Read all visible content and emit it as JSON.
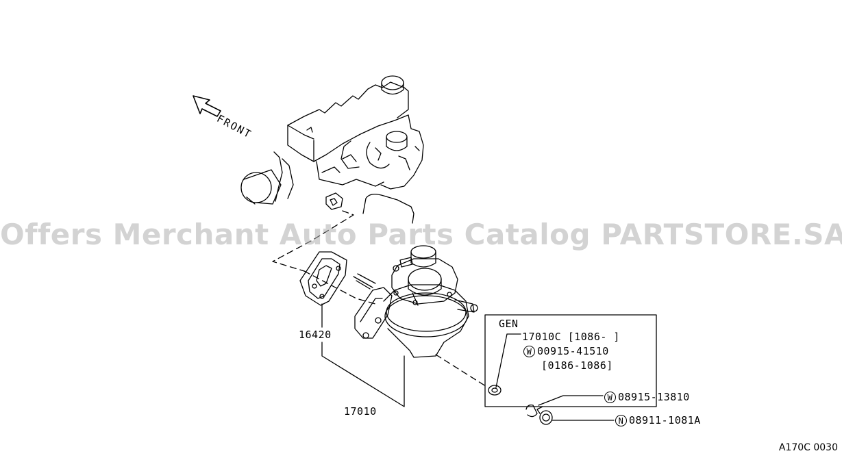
{
  "diagram": {
    "watermark": "Offers Merchant Auto Parts Catalog PARTSTORE.SA",
    "front_label": "FRONT",
    "diagram_code": "A170C 0030",
    "parts": {
      "gasket": "16420",
      "fuel_pump": "17010"
    },
    "gen_box": {
      "title": "GEN",
      "part": "17010C",
      "part_range": "[1086-   ]",
      "washer_mark": "W",
      "washer_part": "00915-41510",
      "washer_range": "[0186-1086]"
    },
    "hardware": [
      {
        "mark": "W",
        "part": "08915-13810"
      },
      {
        "mark": "N",
        "part": "08911-1081A"
      }
    ]
  }
}
